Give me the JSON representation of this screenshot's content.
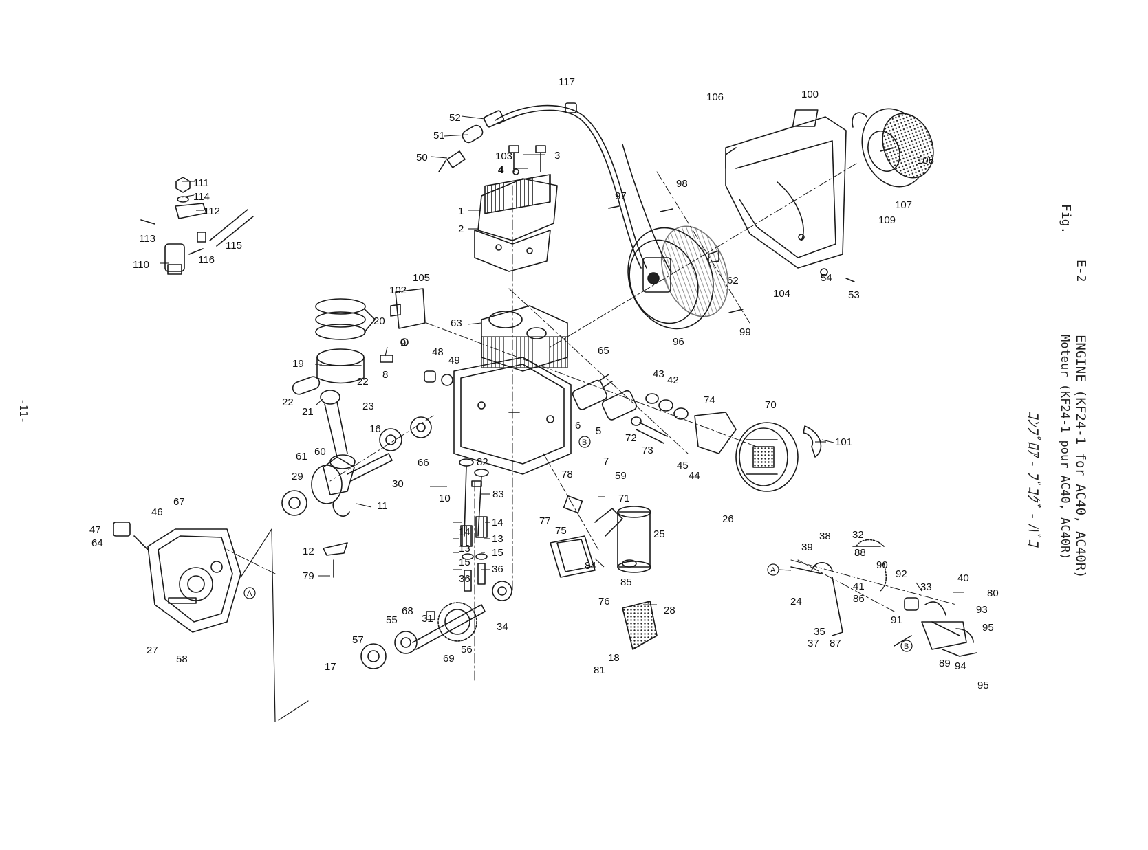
{
  "page": {
    "fig_label": "Fig.",
    "fig_number": "E-2",
    "page_number": "-11-"
  },
  "title": {
    "en": "ENGINE (KF24-1 for AC40, AC40R)",
    "fr": "Moteur (KF24-1 pour AC40, AC40R)",
    "handwritten": "ｺﾝﾌﾟﾛｱ - ﾌﾞｺｸﾞ - ﾊﾞｺ"
  },
  "circle_markers": [
    "A",
    "B"
  ],
  "callouts": [
    "117",
    "52",
    "51",
    "50",
    "103",
    "3",
    "4",
    "1",
    "2",
    "106",
    "100",
    "108",
    "107",
    "109",
    "97",
    "98",
    "111",
    "114",
    "112",
    "113",
    "115",
    "116",
    "110",
    "62",
    "104",
    "54",
    "53",
    "102",
    "105",
    "20",
    "63",
    "19",
    "22",
    "9",
    "8",
    "48",
    "49",
    "96",
    "99",
    "65",
    "43",
    "42",
    "74",
    "70",
    "101",
    "21",
    "23",
    "16",
    "6",
    "5",
    "72",
    "73",
    "45",
    "44",
    "61",
    "60",
    "29",
    "30",
    "66",
    "82",
    "7",
    "59",
    "11",
    "10",
    "83",
    "78",
    "71",
    "26",
    "67",
    "46",
    "47",
    "64",
    "77",
    "75",
    "25",
    "12",
    "14",
    "13",
    "15",
    "36",
    "38",
    "32",
    "39",
    "88",
    "90",
    "92",
    "40",
    "41",
    "86",
    "33",
    "24",
    "79",
    "85",
    "84",
    "76",
    "28",
    "27",
    "58",
    "31",
    "68",
    "55",
    "56",
    "69",
    "34",
    "35",
    "37",
    "87",
    "91",
    "89",
    "94",
    "95",
    "93",
    "80",
    "81",
    "18",
    "17",
    "57"
  ]
}
